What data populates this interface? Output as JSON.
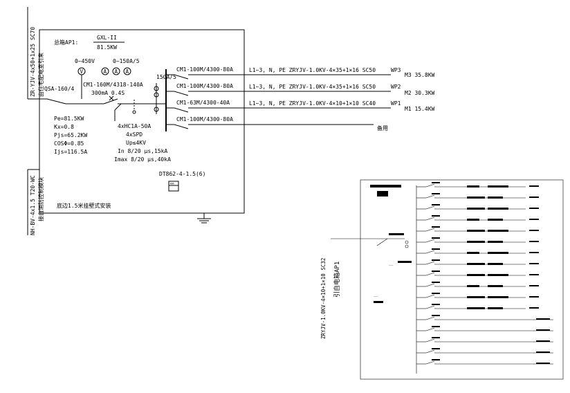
{
  "main": {
    "incoming_cable": "ZR-YJV-4x50+1x25  SC70",
    "incoming_cable_note": "由住宅配电室引来",
    "panel_name_label": "总箱AP1:",
    "panel_model": "GXL-II",
    "panel_power": "81.5KW",
    "meter_v_label": "0~450V",
    "meter_a_label": "0~150A/5",
    "meter_v_symbol": "V",
    "meter_a_symbol": "A",
    "main_switch": "QSA-160/4",
    "main_breaker": "CM1-160M/4318-140A",
    "leakage": "300mA 0.4S",
    "ct_label": "150A/5",
    "calc": [
      "Pe=81.5KW",
      "Kx=0.8",
      "Pjs=65.2KW",
      "COSΦ=0.85",
      "Ijs=116.5A"
    ],
    "spd": [
      "4xHC1A-50A",
      "4xSPD",
      "Up≤4KV",
      "In 8/20 μs,15kA",
      "Imax 8/20 μs,40kA"
    ],
    "meter_model": "DT862-4-1.5(6)",
    "meter_box_label": "kWh",
    "control_cable": "NH-BV-4x1.5 T20-WC",
    "control_cable_note": "接自消防控制模块",
    "install_note": "底边1.5米挂壁式安装",
    "branches": [
      {
        "breaker": "CM1-100M/4300-80A",
        "cable": "L1~3, N, PE  ZRYJV-1.0KV-4×35+1×16  SC50",
        "circuit": "WP3",
        "load": "M3  35.8KW"
      },
      {
        "breaker": "CM1-100M/4300-80A",
        "cable": "L1~3, N, PE  ZRYJV-1.0KV-4×35+1×16  SC50",
        "circuit": "WP2",
        "load": "M2  30.3KW"
      },
      {
        "breaker": "CM1-63M/4300-40A",
        "cable": "L1~3, N, PE  ZRYJV-1.0KV-4×10+1×10  SC40",
        "circuit": "WP1",
        "load": "M1  15.4KW"
      },
      {
        "breaker": "CM1-100M/4300-80A",
        "cable": "",
        "circuit": "",
        "load": "备用"
      }
    ]
  },
  "secondary": {
    "panel_title": "引自电箱AP1",
    "feeder_cable": "ZRYJV-1.0KV-4×10+1×10  SC32",
    "illegible_text": "~~~",
    "branch_count": 17
  }
}
